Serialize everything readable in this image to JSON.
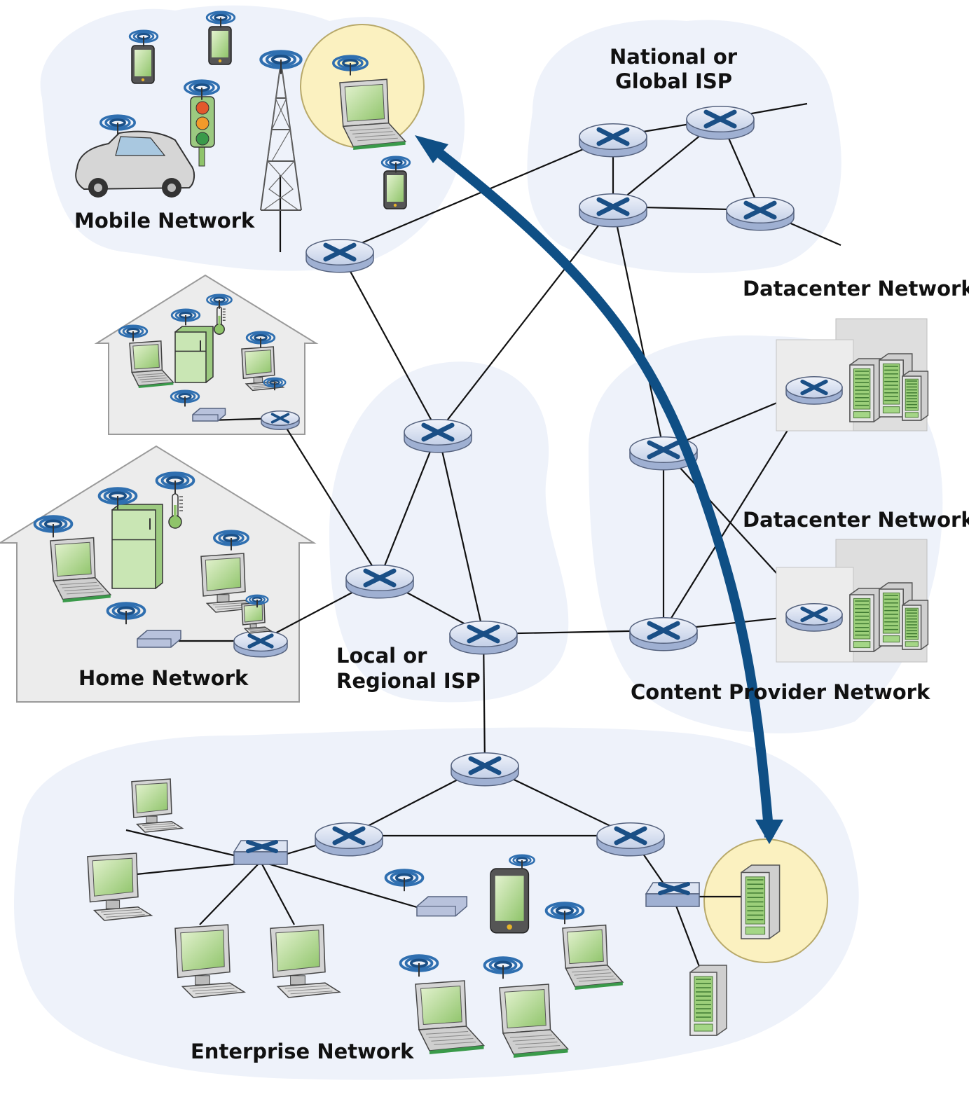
{
  "labels": {
    "mobile_network": "Mobile Network",
    "national_isp_line1": "National or",
    "national_isp_line2": "Global ISP",
    "datacenter_top": "Datacenter Network",
    "datacenter_bottom": "Datacenter Network",
    "home_network": "Home Network",
    "local_isp_line1": "Local or",
    "local_isp_line2": "Regional ISP",
    "content_provider": "Content Provider Network",
    "enterprise_network": "Enterprise Network"
  },
  "colors": {
    "cloud": "#eef2fa",
    "house": "#ececec",
    "router_top": "#dde4f2",
    "router_side": "#9fb0d2",
    "router_mark": "#1a4f86",
    "highlight": "#fbf1c0",
    "screen": "#a9d38a",
    "arrow": "#0f4f85"
  },
  "icons": {
    "router": "router-icon",
    "switch": "switch-icon",
    "laptop": "laptop-icon",
    "desktop": "desktop-icon",
    "phone": "smartphone-icon",
    "server": "server-icon",
    "tower": "cell-tower-icon",
    "car": "car-icon",
    "traffic_light": "traffic-light-icon",
    "fridge": "fridge-icon",
    "thermometer": "thermometer-icon",
    "access_point": "wireless-access-point-icon"
  }
}
